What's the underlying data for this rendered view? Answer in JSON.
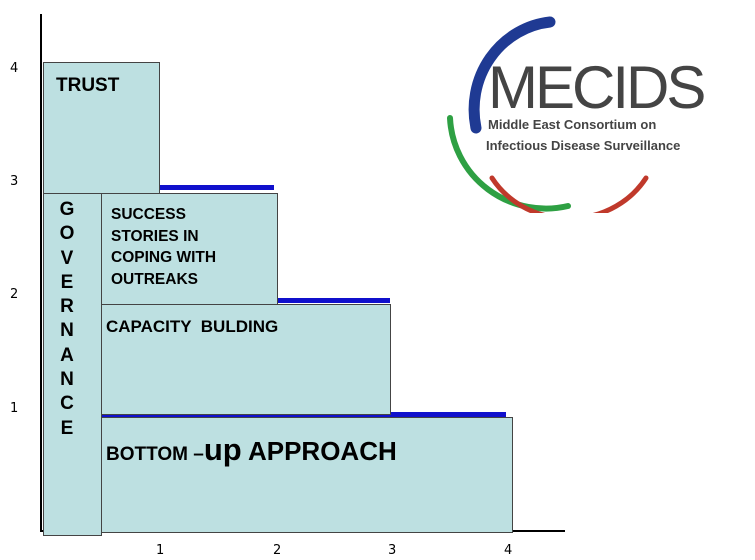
{
  "axes": {
    "y_ticks": [
      "1",
      "2",
      "3",
      "4"
    ],
    "x_ticks": [
      "1",
      "2",
      "3",
      "4"
    ]
  },
  "blocks": {
    "trust": "TRUST",
    "success": "SUCCESS\nSTORIES IN\nCOPING WITH\nOUTREAKS",
    "capacity": "CAPACITY  BULDING",
    "bottom_prefix": "BOTTOM –",
    "bottom_up": "up",
    "bottom_suffix": " APPROACH",
    "governance": "G\nO\nV\nE\nR\nN\nA\nN\nC\nE"
  },
  "logo": {
    "wordmark": "MECIDS",
    "line1": "Middle East Consortium on",
    "line2": "Infectious Disease Surveillance"
  },
  "colors": {
    "block_fill": "#bde0e1",
    "accent_bar": "#1010cc",
    "logo_text": "#444444",
    "ring_blue": "#1f3a93",
    "ring_green": "#2ea043",
    "ring_red": "#c0392b"
  }
}
